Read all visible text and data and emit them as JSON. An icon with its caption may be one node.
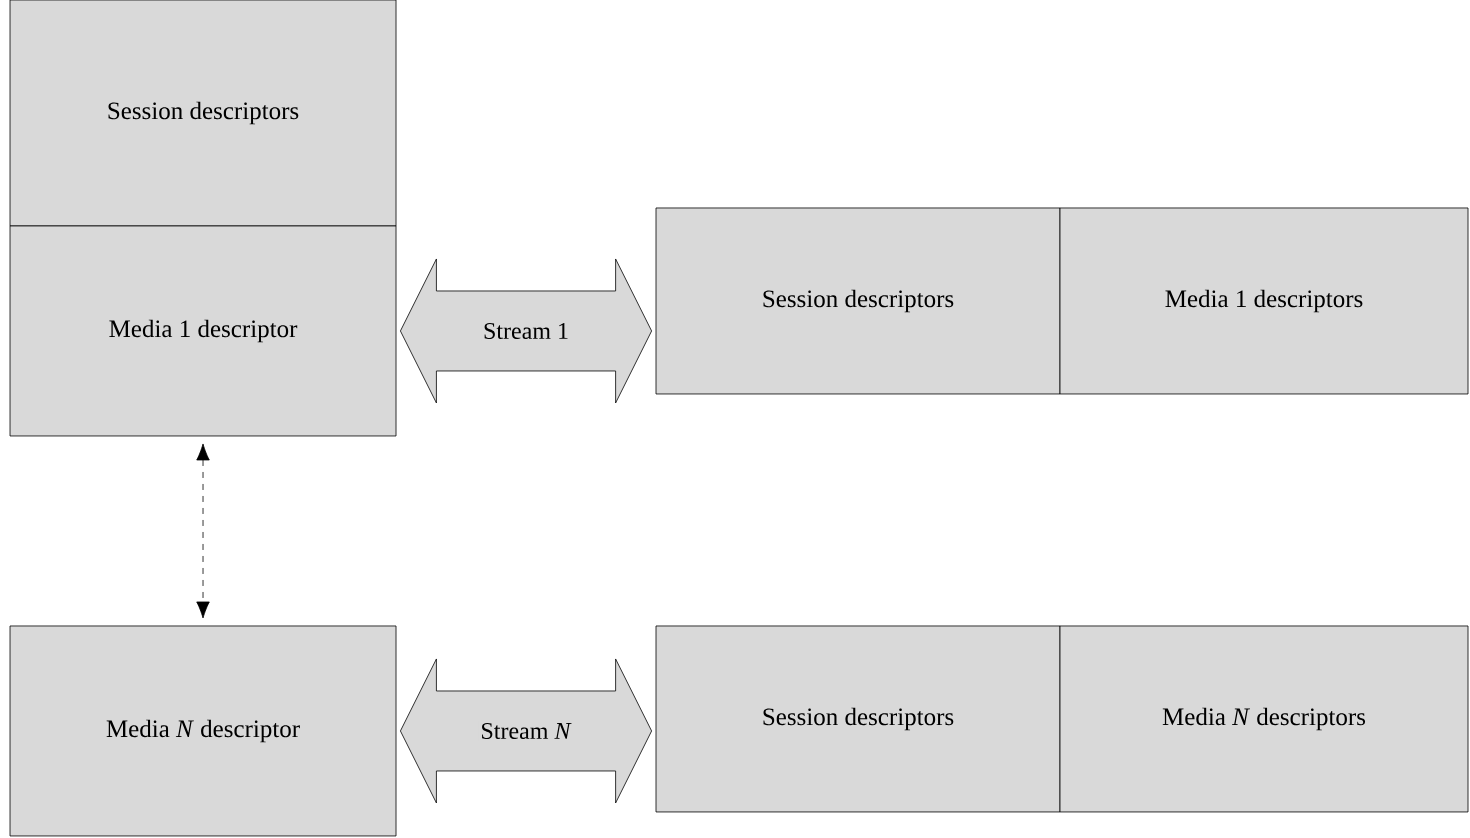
{
  "diagram": {
    "nodes": [
      {
        "text": [
          "Session descriptors"
        ]
      },
      {
        "text": [
          "Media 1 descriptor"
        ]
      },
      {
        "text": [
          "Session descriptors"
        ]
      },
      {
        "text": [
          "Media 1 descriptors"
        ]
      },
      {
        "text": [
          "Media *N* descriptor"
        ]
      },
      {
        "text": [
          "Session descriptors"
        ]
      },
      {
        "text": [
          "Media *N* descriptors"
        ]
      }
    ],
    "edges": [
      {
        "from": 1,
        "to": 2,
        "arrow": "both",
        "label": "Stream 1"
      },
      {
        "from": 4,
        "to": 5,
        "arrow": "both",
        "label": "Stream *N*"
      },
      {
        "from": 1,
        "to": 4,
        "arrow": "both",
        "style": "dashed"
      }
    ]
  }
}
